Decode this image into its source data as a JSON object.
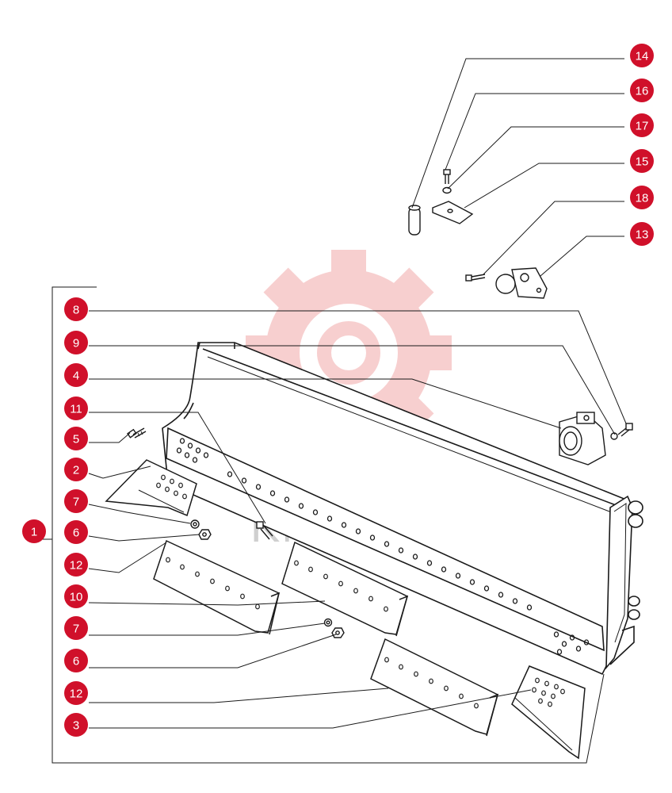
{
  "colors": {
    "callout_fill": "#d0102a",
    "callout_text": "#ffffff",
    "line": "#1a1a1a",
    "watermark_gear": "#f4b8b8",
    "watermark_text": "#d4d4d4"
  },
  "watermark": {
    "text": "KMTEX"
  },
  "callouts": {
    "c14": "14",
    "c16": "16",
    "c17": "17",
    "c15": "15",
    "c18": "18",
    "c13": "13",
    "c8": "8",
    "c9": "9",
    "c4": "4",
    "c11": "11",
    "c5": "5",
    "c2": "2",
    "c7a": "7",
    "c6a": "6",
    "c1": "1",
    "c12a": "12",
    "c10": "10",
    "c7b": "7",
    "c6b": "6",
    "c12b": "12",
    "c3": "3"
  }
}
